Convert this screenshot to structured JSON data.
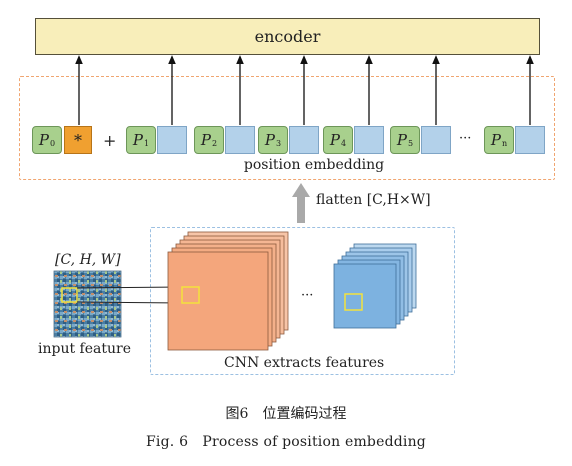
{
  "encoder": {
    "label": "encoder"
  },
  "tokens": [
    {
      "main": "P",
      "sub": "0"
    },
    {
      "main": "P",
      "sub": "1"
    },
    {
      "main": "P",
      "sub": "2"
    },
    {
      "main": "P",
      "sub": "3"
    },
    {
      "main": "P",
      "sub": "4"
    },
    {
      "main": "P",
      "sub": "5"
    },
    {
      "main": "P",
      "sub": "n"
    }
  ],
  "cls_token": "*",
  "plus_sign": "+",
  "ellipsis": "···",
  "position_embedding_label": "position embedding",
  "flatten_label": "flatten [C,H×W]",
  "input": {
    "shape_label": "[C, H, W]",
    "label": "input feature"
  },
  "cnn": {
    "label": "CNN extracts features",
    "ellipsis": "···"
  },
  "caption": {
    "cn": "图6　位置编码过程",
    "en": "Fig. 6　Process of position embedding"
  },
  "colors": {
    "encoder_fill": "#f8eeba",
    "token_green": "#a8d08d",
    "token_blue": "#b3d1ea",
    "cls_orange": "#f0a030",
    "feature_orange": "#f4a67c",
    "feature_blue": "#7db2e0",
    "frame_orange": "#f0a570",
    "frame_blue": "#9cc0e2"
  }
}
